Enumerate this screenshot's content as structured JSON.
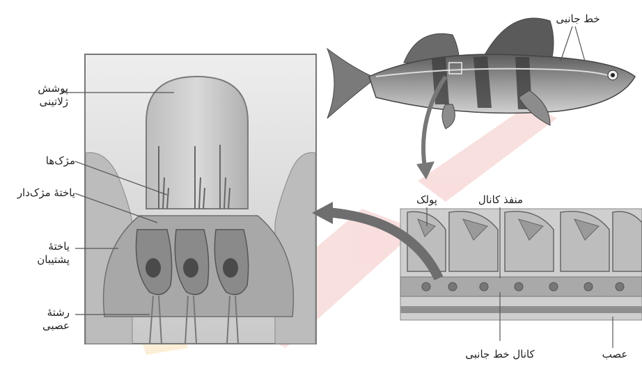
{
  "labels": {
    "gelatinous_cover": "پوشش ژلاتینی",
    "cilia": "مژک‌ها",
    "hair_cell": "یاختهٔ مژک‌دار",
    "supporting_cell": "یاختهٔ پشتیبان",
    "nerve_fiber": "رشتهٔ عصبی",
    "lateral_line": "خط جانبی",
    "scale": "پولک",
    "canal_pore": "منفذ کانال",
    "lateral_line_canal": "کانال خط جانبی",
    "nerve": "عصب"
  },
  "colors": {
    "gray_light": "#e3e3e3",
    "gray_mid": "#b8b8b8",
    "gray_dark": "#6e6e6e",
    "watermark_red": "#d9534f",
    "watermark_orange": "#f5a623",
    "line": "#555555"
  }
}
